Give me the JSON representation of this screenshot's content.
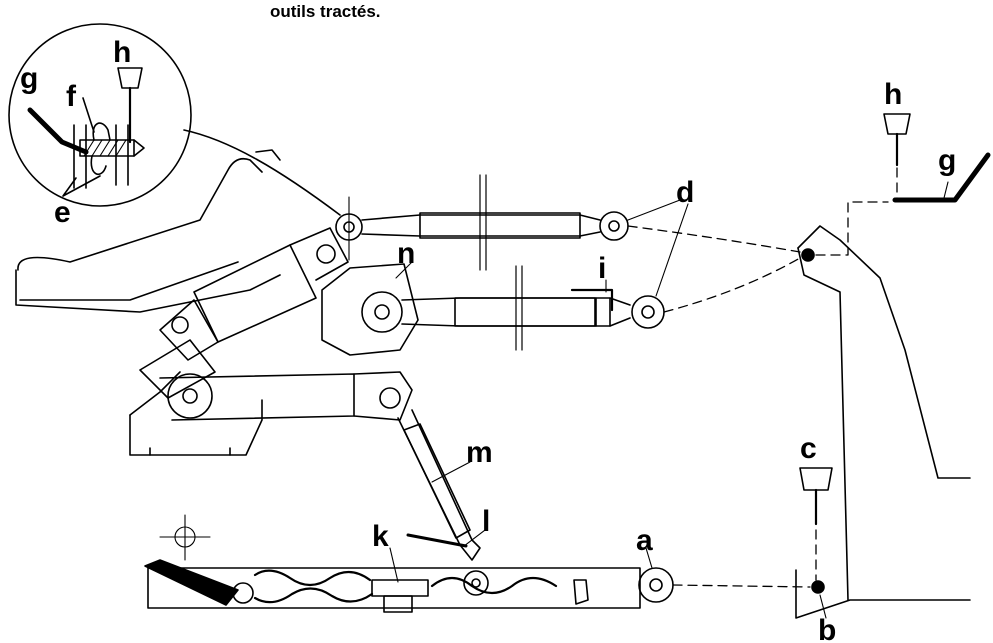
{
  "caption": "outils tractés.",
  "labels": {
    "a": "a",
    "b": "b",
    "c": "c",
    "d": "d",
    "e": "e",
    "f": "f",
    "g_detail": "g",
    "h_detail": "h",
    "g_right": "g",
    "h_right": "h",
    "i": "i",
    "k": "k",
    "l": "l",
    "m": "m",
    "n": "n"
  },
  "colors": {
    "ink": "#000000",
    "paper": "#ffffff"
  }
}
